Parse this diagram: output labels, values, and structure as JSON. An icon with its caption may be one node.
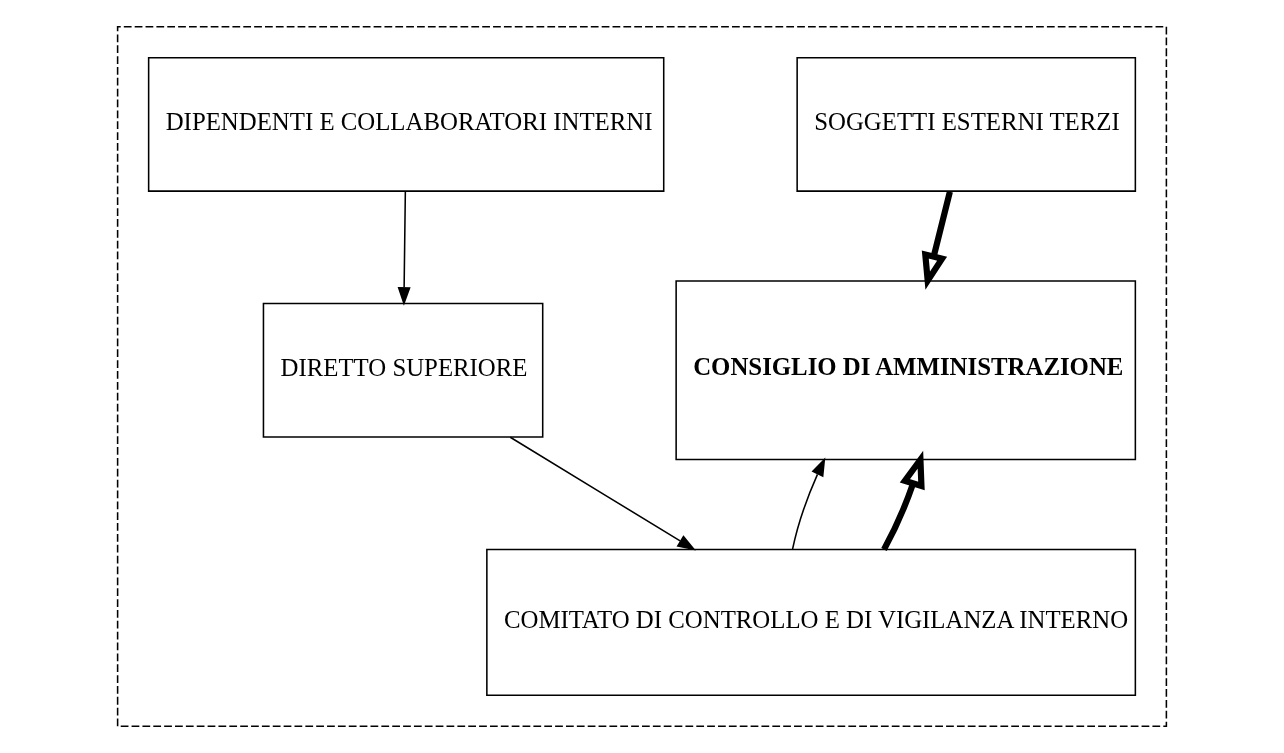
{
  "diagram": {
    "nodes": [
      {
        "text": [],
        "shape": "box"
      },
      {
        "text": [
          "DIPENDENTI E COLLABORATORI INTERNI"
        ],
        "in": 0
      },
      {
        "text": [
          "SOGGETTI ESTERNI TERZI"
        ],
        "in": 0
      },
      {
        "text": [
          "DIRETTO SUPERIORE"
        ],
        "in": 0
      },
      {
        "text": [
          "CONSIGLIO DI AMMINISTRAZIONE"
        ],
        "in": 0
      },
      {
        "text": [
          "COMITATO DI CONTROLLO E DI VIGILANZA INTERNO"
        ],
        "in": 0
      }
    ],
    "edges": [
      {
        "from": 1,
        "to": 3,
        "arrow": "to"
      },
      {
        "from": 2,
        "to": 4,
        "arrow": "to",
        "style": "thick"
      },
      {
        "from": 3,
        "to": 5,
        "arrow": "to"
      },
      {
        "from": 5,
        "to": 4,
        "arrow": "to"
      },
      {
        "from": 5,
        "to": 4,
        "arrow": "to",
        "style": "thick"
      }
    ]
  }
}
